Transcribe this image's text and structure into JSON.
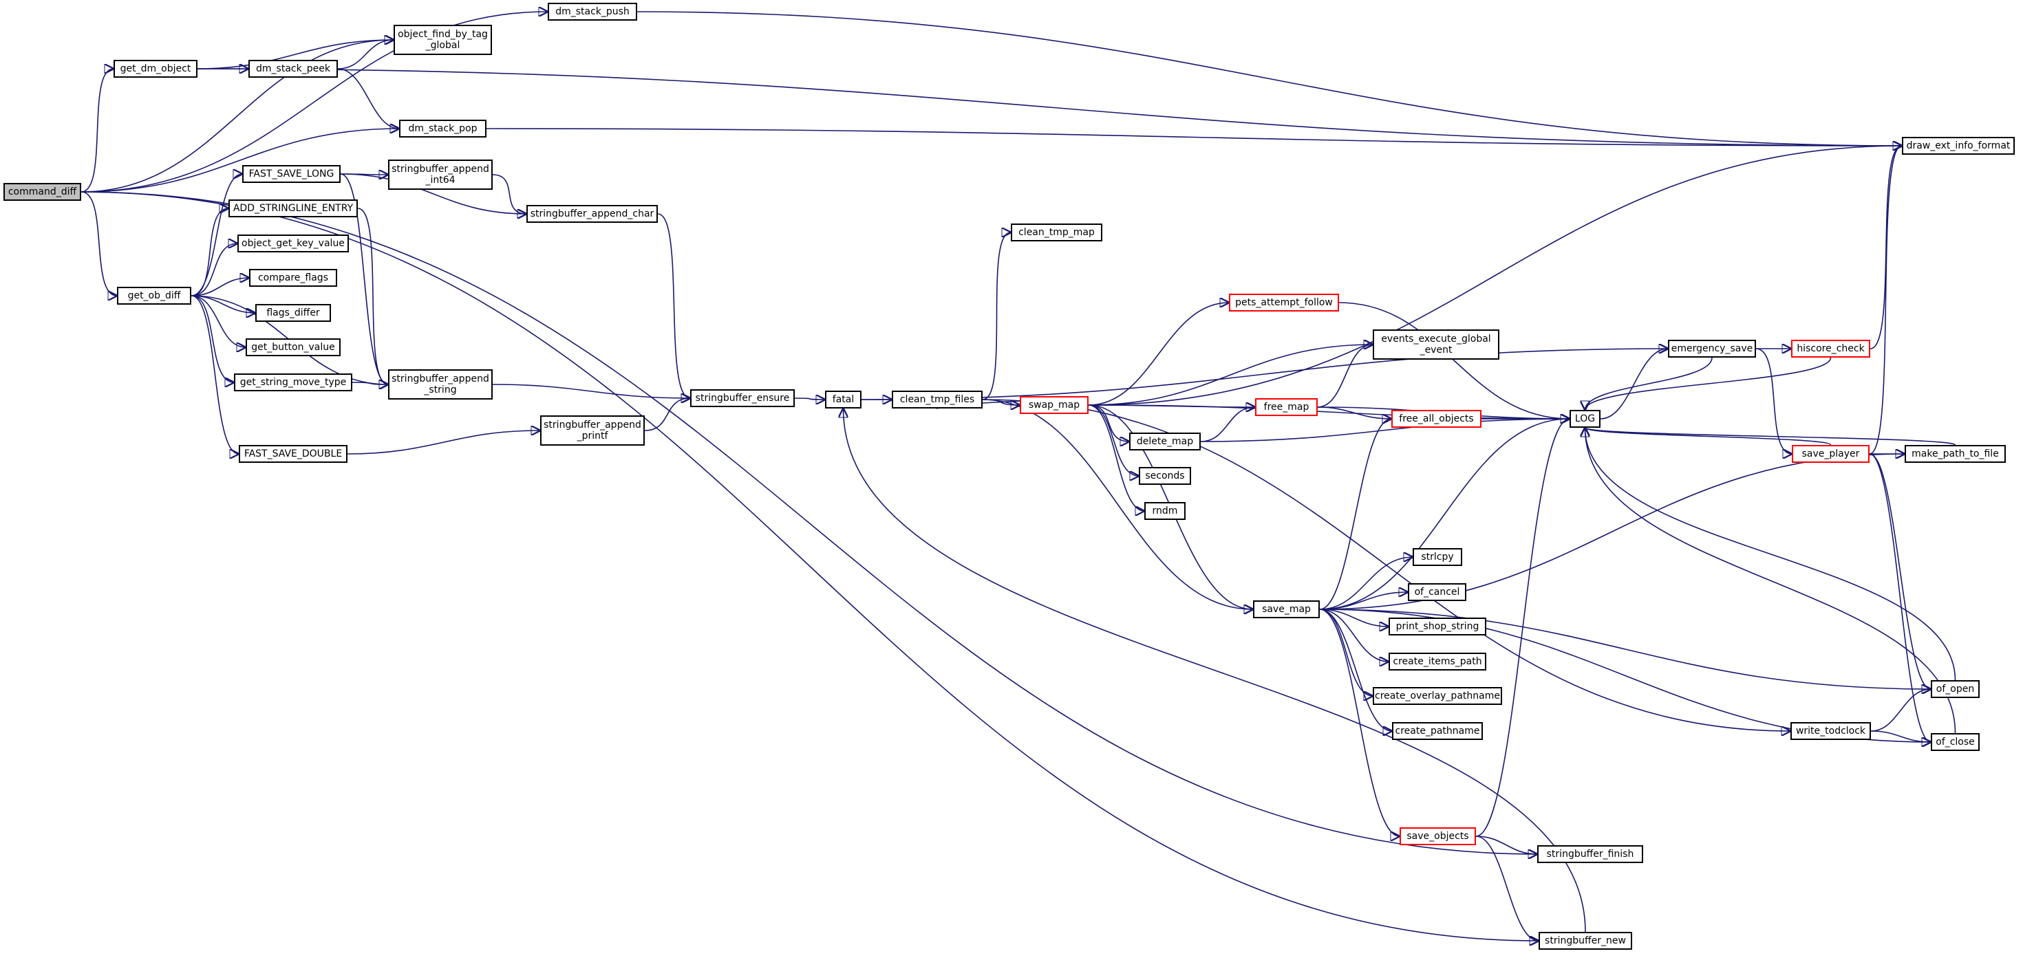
{
  "colors": {
    "edge": "#191970",
    "node_border": "#000000",
    "highlight_border": "#ff0000",
    "root_fill": "#bfbfbf"
  },
  "nodes": {
    "command_diff": "command_diff",
    "get_dm_object": "get_dm_object",
    "get_ob_diff": "get_ob_diff",
    "dm_stack_push": "dm_stack_push",
    "object_find_by_tag_global": "object_find_by_tag\n_global",
    "dm_stack_peek": "dm_stack_peek",
    "dm_stack_pop": "dm_stack_pop",
    "FAST_SAVE_LONG": "FAST_SAVE_LONG",
    "ADD_STRINGLINE_ENTRY": "ADD_STRINGLINE_ENTRY",
    "object_get_key_value": "object_get_key_value",
    "compare_flags": "compare_flags",
    "flags_differ": "flags_differ",
    "get_button_value": "get_button_value",
    "get_string_move_type": "get_string_move_type",
    "FAST_SAVE_DOUBLE": "FAST_SAVE_DOUBLE",
    "stringbuffer_append_int64": "stringbuffer_append\n_int64",
    "stringbuffer_append_char": "stringbuffer_append_char",
    "stringbuffer_append_string": "stringbuffer_append\n_string",
    "stringbuffer_append_printf": "stringbuffer_append\n_printf",
    "stringbuffer_ensure": "stringbuffer_ensure",
    "fatal": "fatal",
    "clean_tmp_files": "clean_tmp_files",
    "clean_tmp_map": "clean_tmp_map",
    "swap_map": "swap_map",
    "pets_attempt_follow": "pets_attempt_follow",
    "events_execute_global_event": "events_execute_global\n_event",
    "free_map": "free_map",
    "delete_map": "delete_map",
    "free_all_objects": "free_all_objects",
    "seconds": "seconds",
    "rndm": "rndm",
    "save_map": "save_map",
    "strlcpy": "strlcpy",
    "of_cancel": "of_cancel",
    "print_shop_string": "print_shop_string",
    "create_items_path": "create_items_path",
    "create_overlay_pathname": "create_overlay_pathname",
    "create_pathname": "create_pathname",
    "save_objects": "save_objects",
    "stringbuffer_finish": "stringbuffer_finish",
    "stringbuffer_new": "stringbuffer_new",
    "LOG": "LOG",
    "emergency_save": "emergency_save",
    "hiscore_check": "hiscore_check",
    "save_player": "save_player",
    "make_path_to_file": "make_path_to_file",
    "draw_ext_info_format": "draw_ext_info_format",
    "write_todclock": "write_todclock",
    "of_open": "of_open",
    "of_close": "of_close"
  },
  "edges": [
    [
      "command_diff",
      "dm_stack_push"
    ],
    [
      "command_diff",
      "object_find_by_tag_global"
    ],
    [
      "command_diff",
      "get_dm_object"
    ],
    [
      "command_diff",
      "dm_stack_pop"
    ],
    [
      "command_diff",
      "get_ob_diff"
    ],
    [
      "command_diff",
      "stringbuffer_finish"
    ],
    [
      "command_diff",
      "stringbuffer_new"
    ],
    [
      "get_dm_object",
      "object_find_by_tag_global"
    ],
    [
      "get_dm_object",
      "dm_stack_peek"
    ],
    [
      "get_dm_object",
      "draw_ext_info_format"
    ],
    [
      "dm_stack_push",
      "draw_ext_info_format"
    ],
    [
      "dm_stack_peek",
      "object_find_by_tag_global"
    ],
    [
      "dm_stack_peek",
      "dm_stack_pop"
    ],
    [
      "dm_stack_pop",
      "draw_ext_info_format"
    ],
    [
      "get_ob_diff",
      "FAST_SAVE_LONG"
    ],
    [
      "get_ob_diff",
      "ADD_STRINGLINE_ENTRY"
    ],
    [
      "get_ob_diff",
      "object_get_key_value"
    ],
    [
      "get_ob_diff",
      "compare_flags"
    ],
    [
      "get_ob_diff",
      "flags_differ"
    ],
    [
      "get_ob_diff",
      "get_button_value"
    ],
    [
      "get_ob_diff",
      "get_string_move_type"
    ],
    [
      "get_ob_diff",
      "stringbuffer_append_string"
    ],
    [
      "get_ob_diff",
      "FAST_SAVE_DOUBLE"
    ],
    [
      "FAST_SAVE_LONG",
      "stringbuffer_append_int64"
    ],
    [
      "FAST_SAVE_LONG",
      "stringbuffer_append_char"
    ],
    [
      "FAST_SAVE_LONG",
      "stringbuffer_append_string"
    ],
    [
      "ADD_STRINGLINE_ENTRY",
      "stringbuffer_append_string"
    ],
    [
      "get_string_move_type",
      "stringbuffer_append_string"
    ],
    [
      "FAST_SAVE_DOUBLE",
      "stringbuffer_append_printf"
    ],
    [
      "stringbuffer_append_int64",
      "stringbuffer_append_char"
    ],
    [
      "stringbuffer_append_char",
      "stringbuffer_ensure"
    ],
    [
      "stringbuffer_append_string",
      "stringbuffer_ensure"
    ],
    [
      "stringbuffer_append_printf",
      "stringbuffer_ensure"
    ],
    [
      "stringbuffer_ensure",
      "fatal"
    ],
    [
      "fatal",
      "clean_tmp_files"
    ],
    [
      "fatal",
      "emergency_save"
    ],
    [
      "clean_tmp_files",
      "clean_tmp_map"
    ],
    [
      "clean_tmp_files",
      "swap_map"
    ],
    [
      "clean_tmp_files",
      "save_map"
    ],
    [
      "clean_tmp_files",
      "write_todclock"
    ],
    [
      "swap_map",
      "pets_attempt_follow"
    ],
    [
      "swap_map",
      "events_execute_global_event"
    ],
    [
      "swap_map",
      "free_map"
    ],
    [
      "swap_map",
      "delete_map"
    ],
    [
      "swap_map",
      "seconds"
    ],
    [
      "swap_map",
      "rndm"
    ],
    [
      "swap_map",
      "save_map"
    ],
    [
      "swap_map",
      "LOG"
    ],
    [
      "swap_map",
      "draw_ext_info_format"
    ],
    [
      "swap_map",
      "clean_tmp_files"
    ],
    [
      "pets_attempt_follow",
      "LOG"
    ],
    [
      "free_map",
      "events_execute_global_event"
    ],
    [
      "free_map",
      "free_all_objects"
    ],
    [
      "free_map",
      "LOG"
    ],
    [
      "delete_map",
      "free_map"
    ],
    [
      "delete_map",
      "LOG"
    ],
    [
      "free_all_objects",
      "LOG"
    ],
    [
      "save_map",
      "strlcpy"
    ],
    [
      "save_map",
      "of_cancel"
    ],
    [
      "save_map",
      "print_shop_string"
    ],
    [
      "save_map",
      "create_items_path"
    ],
    [
      "save_map",
      "create_overlay_pathname"
    ],
    [
      "save_map",
      "create_pathname"
    ],
    [
      "save_map",
      "save_objects"
    ],
    [
      "save_map",
      "free_all_objects"
    ],
    [
      "save_map",
      "LOG"
    ],
    [
      "save_map",
      "make_path_to_file"
    ],
    [
      "save_map",
      "of_open"
    ],
    [
      "save_map",
      "of_close"
    ],
    [
      "save_objects",
      "stringbuffer_finish"
    ],
    [
      "save_objects",
      "stringbuffer_new"
    ],
    [
      "save_objects",
      "LOG"
    ],
    [
      "stringbuffer_new",
      "fatal"
    ],
    [
      "emergency_save",
      "LOG"
    ],
    [
      "emergency_save",
      "hiscore_check"
    ],
    [
      "emergency_save",
      "save_player"
    ],
    [
      "hiscore_check",
      "draw_ext_info_format"
    ],
    [
      "hiscore_check",
      "LOG"
    ],
    [
      "save_player",
      "LOG"
    ],
    [
      "save_player",
      "make_path_to_file"
    ],
    [
      "save_player",
      "draw_ext_info_format"
    ],
    [
      "save_player",
      "of_open"
    ],
    [
      "save_player",
      "of_close"
    ],
    [
      "make_path_to_file",
      "LOG"
    ],
    [
      "of_open",
      "LOG"
    ],
    [
      "of_close",
      "LOG"
    ],
    [
      "write_todclock",
      "of_open"
    ],
    [
      "write_todclock",
      "of_close"
    ],
    [
      "LOG",
      "emergency_save"
    ]
  ]
}
